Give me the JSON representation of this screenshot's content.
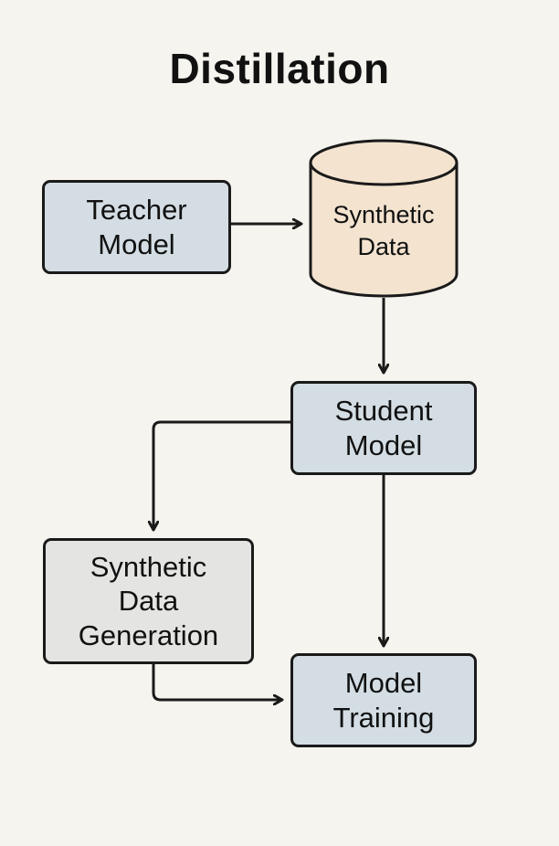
{
  "title": "Distillation",
  "colors": {
    "background": "#f6f4ef",
    "blue_box": "#d3dde3",
    "gray_box": "#e4e4e2",
    "cylinder": "#f3e3cf",
    "stroke": "#1a1a1a"
  },
  "nodes": {
    "teacher_model": "Teacher\nModel",
    "synthetic_data": "Synthetic\nData",
    "student_model": "Student\nModel",
    "synthetic_data_generation": "Synthetic\nData\nGeneration",
    "model_training": "Model\nTraining"
  },
  "edges": [
    {
      "from": "teacher_model",
      "to": "synthetic_data"
    },
    {
      "from": "synthetic_data",
      "to": "student_model"
    },
    {
      "from": "student_model",
      "to": "synthetic_data_generation"
    },
    {
      "from": "student_model",
      "to": "model_training"
    },
    {
      "from": "synthetic_data_generation",
      "to": "model_training"
    }
  ]
}
